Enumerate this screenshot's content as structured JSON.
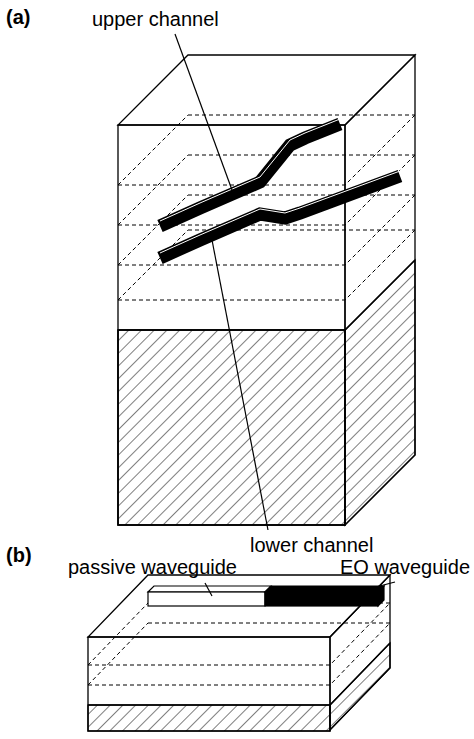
{
  "diagram": {
    "labels": [
      "(a)",
      "upper channel",
      "lower channel",
      "(b)",
      "passive waveguide",
      "EO waveguide"
    ]
  }
}
